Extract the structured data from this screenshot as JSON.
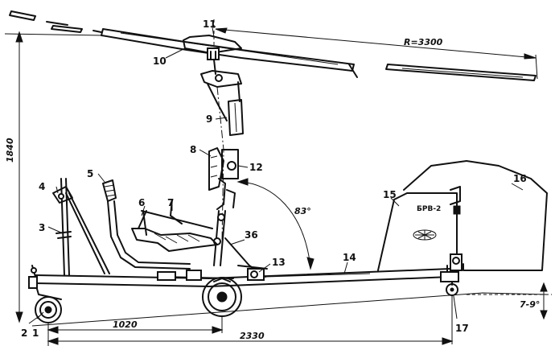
{
  "callouts": {
    "c1": "1",
    "c2": "2",
    "c3": "3",
    "c4": "4",
    "c5": "5",
    "c6": "6",
    "c7": "7",
    "c8": "8",
    "c9": "9",
    "c10": "10",
    "c11": "11",
    "c12": "12",
    "c13": "13",
    "c14": "14",
    "c15": "15",
    "c16": "16",
    "c17": "17",
    "c36": "36"
  },
  "dimensions": {
    "rotor_radius": "R=3300",
    "height": "1840",
    "front_wheel_base": "1020",
    "wheel_base": "2330",
    "seat_angle": "83°",
    "tail_angle": "7-9°"
  },
  "stabilizer_marking": "БРВ-2"
}
